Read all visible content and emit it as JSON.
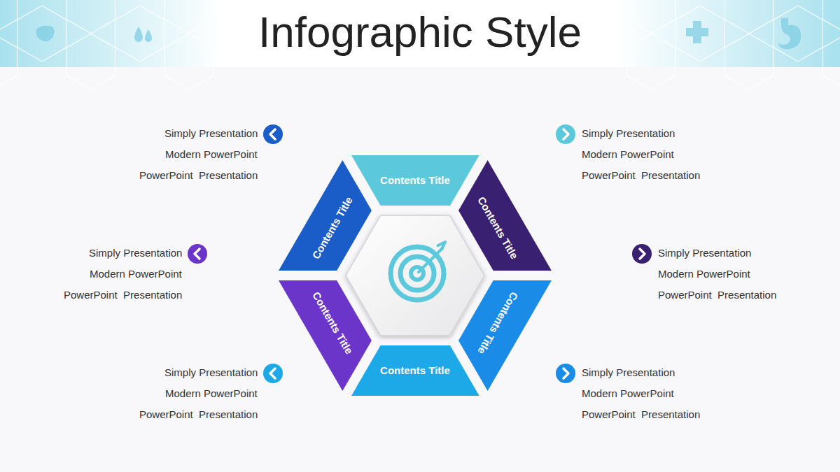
{
  "diagram": {
    "title": "Infographic Style",
    "nodes": [
      {
        "text": [
          "Contents Title"
        ]
      },
      {
        "text": [
          "Contents Title"
        ]
      },
      {
        "text": [
          "Contents Title"
        ]
      },
      {
        "text": [
          "Contents Title"
        ]
      },
      {
        "text": [
          "Contents Title"
        ]
      },
      {
        "text": [
          "Contents Title"
        ]
      }
    ],
    "labels": [
      "Simply Presentation",
      "Modern PowerPoint",
      "PowerPoint  Presentation",
      "Simply Presentation",
      "Modern PowerPoint",
      "PowerPoint  Presentation",
      "Simply Presentation",
      "Modern PowerPoint",
      "PowerPoint  Presentation",
      "Simply Presentation",
      "Modern PowerPoint",
      "PowerPoint  Presentation",
      "Simply Presentation",
      "Modern PowerPoint",
      "PowerPoint  Presentation",
      "Simply Presentation",
      "Modern PowerPoint",
      "PowerPoint  Presentation"
    ]
  }
}
